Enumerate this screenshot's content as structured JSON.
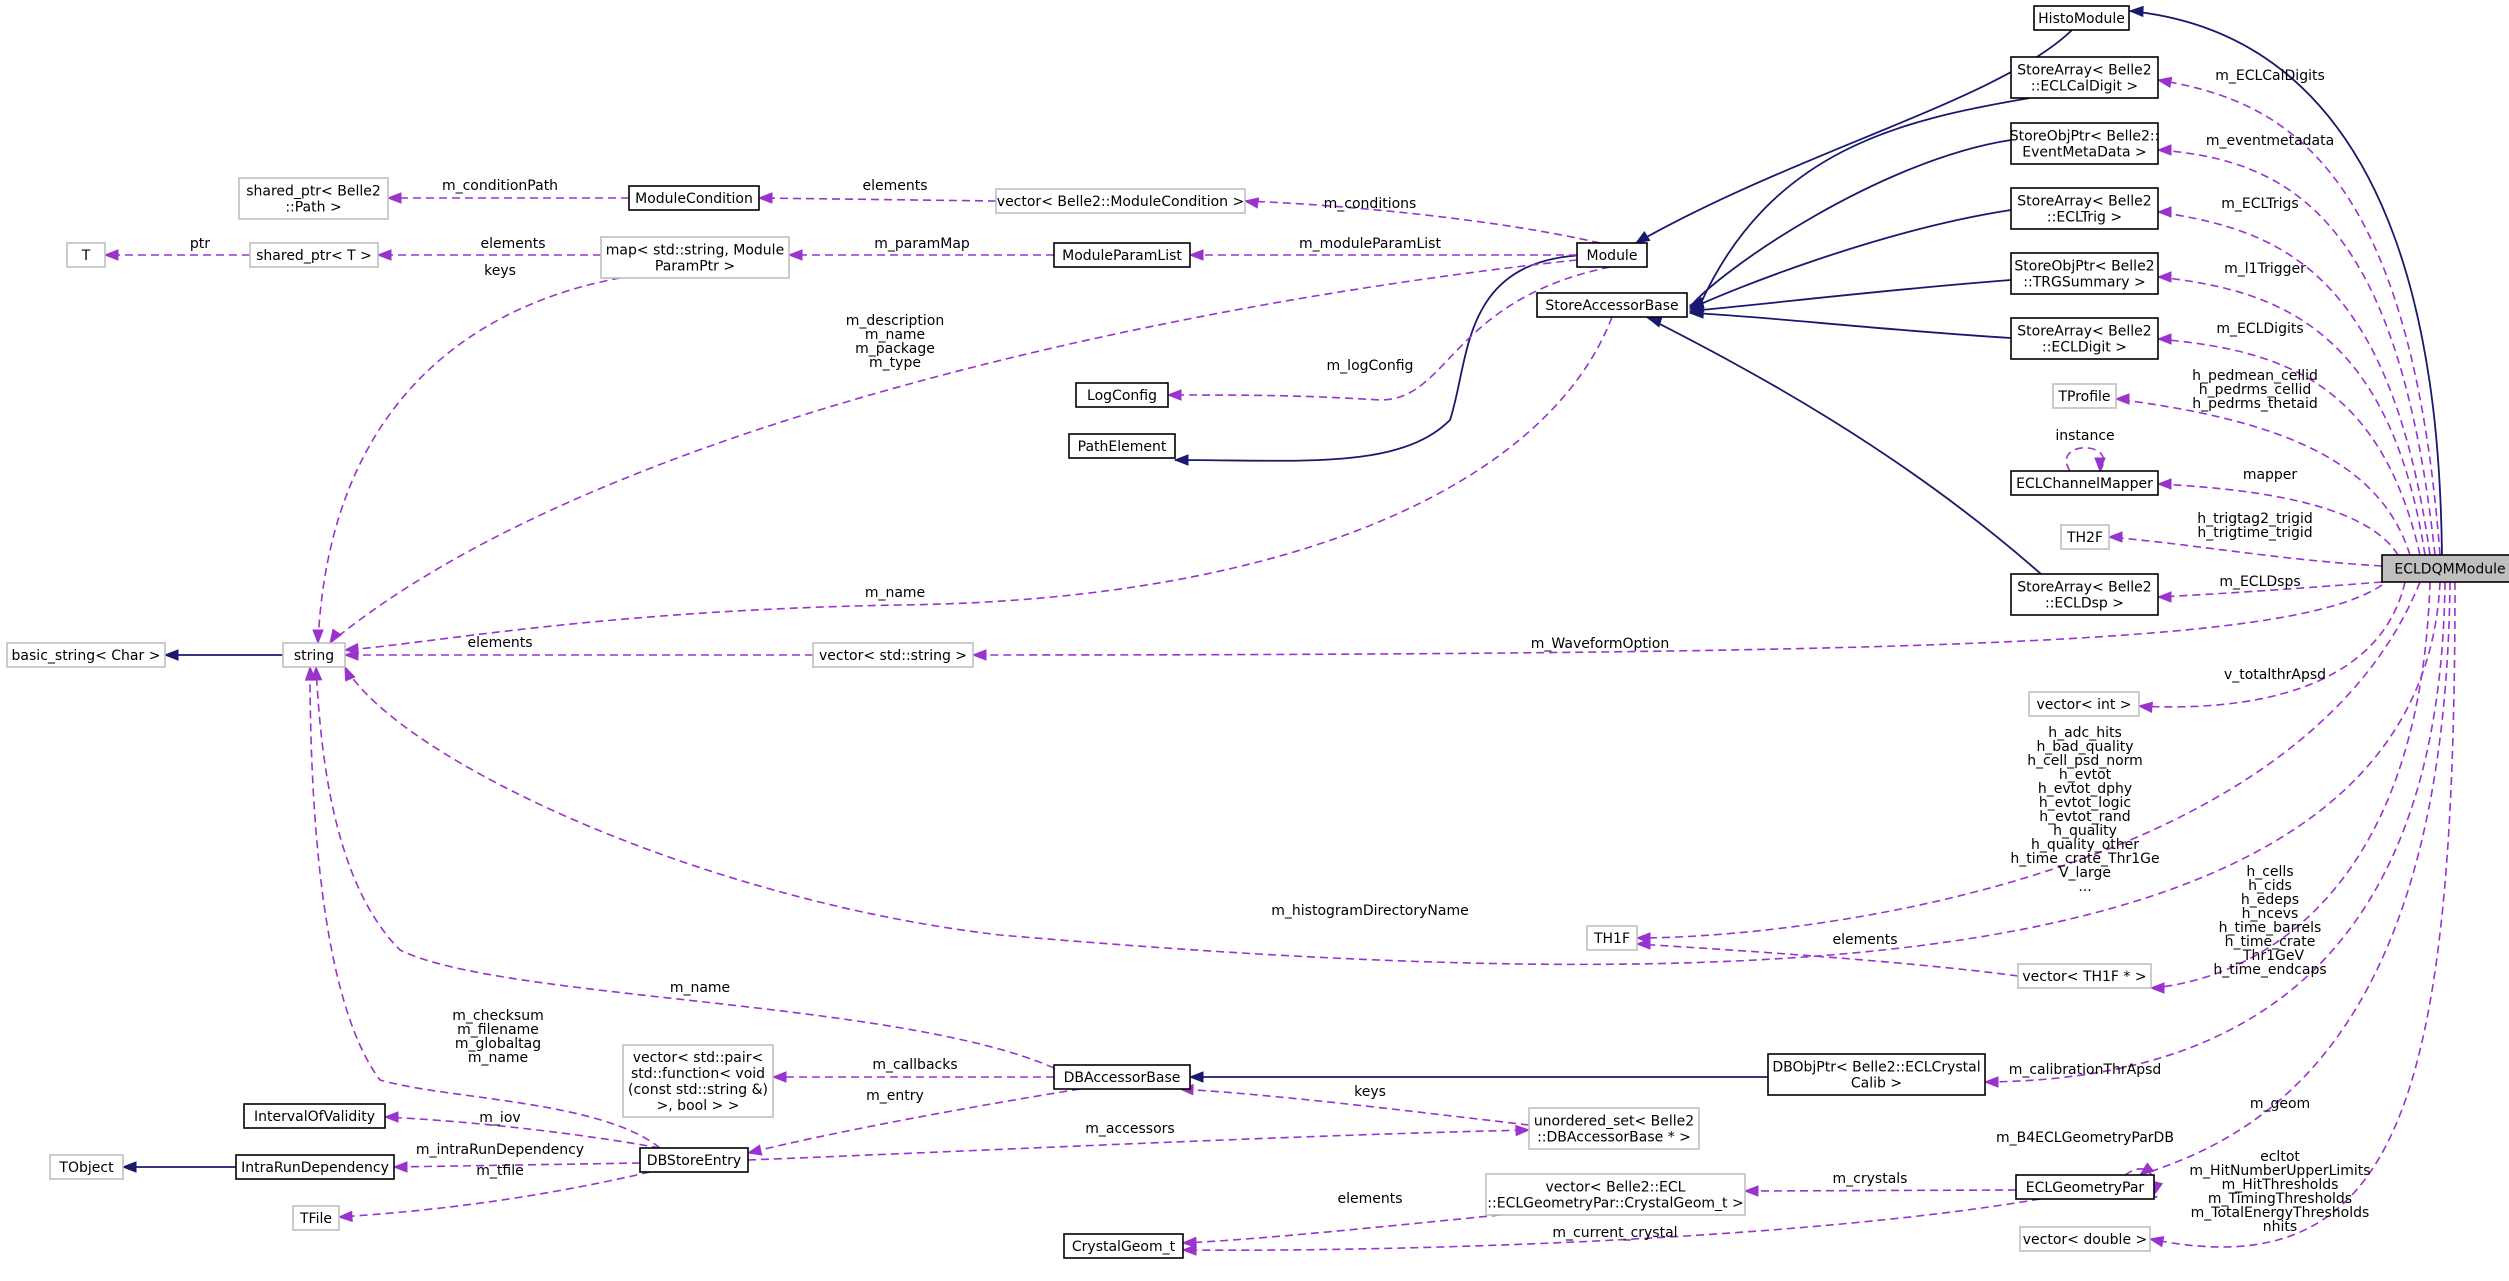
{
  "diagram": {
    "root": "ECLDQMModule",
    "nodes": {
      "ecldqm": [
        "ECLDQMModule"
      ],
      "histomodule": [
        "HistoModule"
      ],
      "module": [
        "Module"
      ],
      "pathelement": [
        "PathElement"
      ],
      "storeaccessorbase": [
        "StoreAccessorBase"
      ],
      "sa_ecl_cal_digit": [
        "StoreArray< Belle2",
        "::ECLCalDigit >"
      ],
      "sop_event_meta": [
        "StoreObjPtr< Belle2::",
        "EventMetaData >"
      ],
      "sa_ecl_trig": [
        "StoreArray< Belle2",
        "::ECLTrig >"
      ],
      "sop_trg_summary": [
        "StoreObjPtr< Belle2",
        "::TRGSummary >"
      ],
      "sa_ecl_digit": [
        "StoreArray< Belle2",
        "::ECLDigit >"
      ],
      "tprofile": [
        "TProfile"
      ],
      "eclchannelmapper": [
        "ECLChannelMapper"
      ],
      "th2f": [
        "TH2F"
      ],
      "sa_ecl_dsp": [
        "StoreArray< Belle2",
        "::ECLDsp >"
      ],
      "vector_int": [
        "vector< int >"
      ],
      "th1f": [
        "TH1F"
      ],
      "vector_th1f": [
        "vector< TH1F * >"
      ],
      "dbobjptr": [
        "DBObjPtr< Belle2::ECLCrystal",
        "Calib >"
      ],
      "eclgeometrypar": [
        "ECLGeometryPar"
      ],
      "vector_double": [
        "vector< double >"
      ],
      "string": [
        "string"
      ],
      "basic_string": [
        "basic_string< Char >"
      ],
      "vector_string": [
        "vector< std::string >"
      ],
      "map_param": [
        "map< std::string, Module",
        "ParamPtr >"
      ],
      "moduleparamlist": [
        "ModuleParamList"
      ],
      "vector_modcond": [
        "vector< Belle2::ModuleCondition >"
      ],
      "modulecondition": [
        "ModuleCondition"
      ],
      "shared_ptr_path": [
        "shared_ptr< Belle2",
        "::Path >"
      ],
      "shared_ptr_t": [
        "shared_ptr< T >"
      ],
      "t": [
        "T"
      ],
      "logconfig": [
        "LogConfig"
      ],
      "dbaccessorbase": [
        "DBAccessorBase"
      ],
      "dbstoreentry": [
        "DBStoreEntry"
      ],
      "vector_pair": [
        "vector< std::pair<",
        "std::function< void",
        "(const std::string &)",
        ">, bool > >"
      ],
      "unordered_set": [
        "unordered_set< Belle2",
        "::DBAccessorBase * >"
      ],
      "intervalofvalidity": [
        "IntervalOfValidity"
      ],
      "intrarundependency": [
        "IntraRunDependency"
      ],
      "tobject": [
        "TObject"
      ],
      "tfile": [
        "TFile"
      ],
      "vector_crystalgeom": [
        "vector< Belle2::ECL",
        "::ECLGeometryPar::CrystalGeom_t >"
      ],
      "crystalgeom": [
        "CrystalGeom_t"
      ]
    },
    "labels": {
      "m_ECLCalDigits": [
        "m_ECLCalDigits"
      ],
      "m_eventmetadata": [
        "m_eventmetadata"
      ],
      "m_ECLTrigs": [
        "m_ECLTrigs"
      ],
      "m_l1Trigger": [
        "m_l1Trigger"
      ],
      "m_ECLDigits": [
        "m_ECLDigits"
      ],
      "tprofile_members": [
        "h_pedmean_cellid",
        "h_pedrms_cellid",
        "h_pedrms_thetaid"
      ],
      "instance": [
        "instance"
      ],
      "mapper": [
        "mapper"
      ],
      "th2f_members": [
        "h_trigtag2_trigid",
        "h_trigtime_trigid"
      ],
      "m_ECLDsps": [
        "m_ECLDsps"
      ],
      "m_WaveformOption": [
        "m_WaveformOption"
      ],
      "v_totalthrApsd": [
        "v_totalthrApsd"
      ],
      "th1f_members": [
        "h_adc_hits",
        "h_bad_quality",
        "h_cell_psd_norm",
        "h_evtot",
        "h_evtot_dphy",
        "h_evtot_logic",
        "h_evtot_rand",
        "h_quality",
        "h_quality_other",
        "h_time_crate_Thr1Ge",
        "V_large",
        "..."
      ],
      "vector_th1f_members": [
        "h_cells",
        "h_cids",
        "h_edeps",
        "h_ncevs",
        "h_time_barrels",
        "h_time_crate",
        "_Thr1GeV",
        "h_time_endcaps"
      ],
      "th1f_elements": [
        "elements"
      ],
      "m_histogramDirectoryName": [
        "m_histogramDirectoryName"
      ],
      "m_calibrationThrApsd": [
        "m_calibrationThrApsd"
      ],
      "m_geom": [
        "m_geom"
      ],
      "m_B4ECLGeometryParDB": [
        "m_B4ECLGeometryParDB"
      ],
      "vector_double_members": [
        "ecltot",
        "m_HitNumberUpperLimits",
        "m_HitThresholds",
        "m_TimingThresholds",
        "m_TotalEnergyThresholds",
        "nhits"
      ],
      "m_crystals": [
        "m_crystals"
      ],
      "m_current_crystal": [
        "m_current_crystal"
      ],
      "crystal_elements": [
        "elements"
      ],
      "m_conditions": [
        "m_conditions"
      ],
      "m_moduleParamList": [
        "m_moduleParamList"
      ],
      "m_paramMap": [
        "m_paramMap"
      ],
      "modcond_elements": [
        "elements"
      ],
      "m_conditionPath": [
        "m_conditionPath"
      ],
      "shared_elements": [
        "elements"
      ],
      "ptr": [
        "ptr"
      ],
      "keys_map": [
        "keys"
      ],
      "m_logConfig": [
        "m_logConfig"
      ],
      "module_strings": [
        "m_description",
        "m_name",
        "m_package",
        "m_type"
      ],
      "m_name_sab": [
        "m_name"
      ],
      "string_elements": [
        "elements"
      ],
      "m_name_dba": [
        "m_name"
      ],
      "dbstore_strings": [
        "m_checksum",
        "m_filename",
        "m_globaltag",
        "m_name"
      ],
      "m_callbacks": [
        "m_callbacks"
      ],
      "m_entry": [
        "m_entry"
      ],
      "keys_uset": [
        "keys"
      ],
      "m_accessors": [
        "m_accessors"
      ],
      "m_iov": [
        "m_iov"
      ],
      "m_intraRunDependency": [
        "m_intraRunDependency"
      ],
      "m_tfile": [
        "m_tfile"
      ]
    },
    "colors": {
      "inheritance": "#191970",
      "usage": "#9a32cd",
      "root_fill": "#bfbfbf",
      "external_border": "#bfbfbf"
    }
  }
}
